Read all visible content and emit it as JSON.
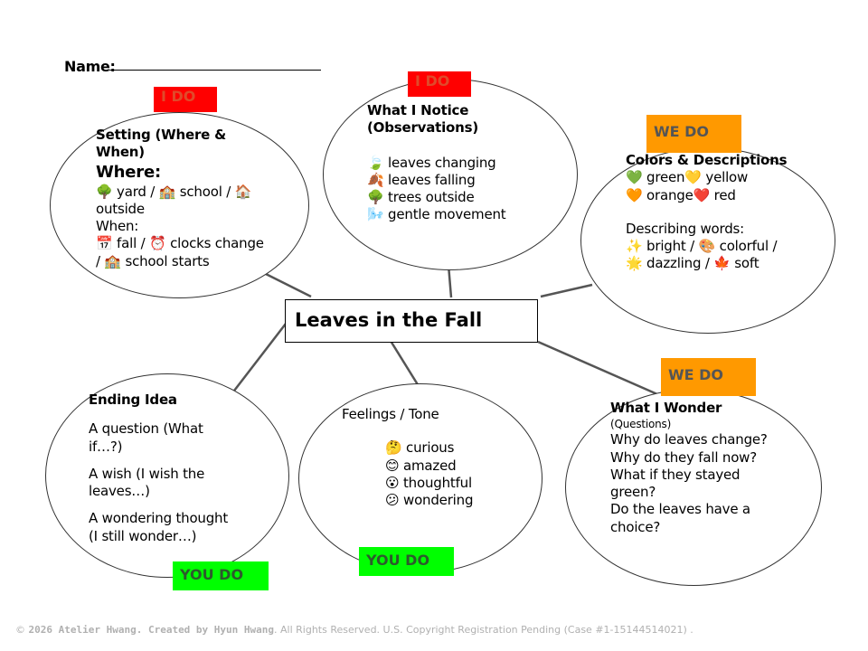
{
  "name_label": "Name:",
  "center_title": "Leaves in the Fall",
  "tags": {
    "setting": "I DO",
    "notice": "I DO",
    "colors": "WE DO",
    "wonder": "WE DO",
    "ending": "YOU DO",
    "feelings": "YOU DO"
  },
  "tag_colors": {
    "red": "#ff0000",
    "orange": "#ff9900",
    "green": "#00ff00"
  },
  "setting": {
    "title": "Setting (Where & When)",
    "where_label": "Where:",
    "where_text": "🌳 yard / 🏫 school / 🏠 outside",
    "when_label": "When:",
    "when_text": "📅 fall / ⏰ clocks change / 🏫 school starts"
  },
  "notice": {
    "title": "What I Notice (Observations)",
    "items": [
      "🍃 leaves changing",
      "🍂 leaves falling",
      "🌳 trees outside",
      "🌬️ gentle movement"
    ]
  },
  "colors": {
    "title": "Colors & Descriptions",
    "line1": "💚 green💛 yellow",
    "line2": "🧡 orange❤️ red",
    "describing_label": "Describing words:",
    "describing_text": "✨ bright / 🎨 colorful / 🌟 dazzling / 🍁 soft"
  },
  "ending": {
    "title": "Ending Idea",
    "items": [
      "A question (What if…?)",
      "A wish (I wish the leaves…)",
      "A wondering thought (I still wonder…)"
    ]
  },
  "feelings": {
    "title": "Feelings / Tone",
    "items": [
      "🤔 curious",
      "😊 amazed",
      "😮 thoughtful",
      "😕 wondering"
    ]
  },
  "wonder": {
    "title": "What I Wonder",
    "subtitle": "(Questions)",
    "q1": "Why do leaves change?",
    "q2": "Why do they fall now?",
    "q3": "What if they stayed green?",
    "q4": "Do the leaves have a choice?"
  },
  "footer": {
    "copyright_symbol": "©",
    "credit": "2026 Atelier Hwang. Created by Hyun Hwang",
    "rights": ". All Rights Reserved. U.S. Copyright Registration Pending (Case #1-15144514021) ."
  }
}
